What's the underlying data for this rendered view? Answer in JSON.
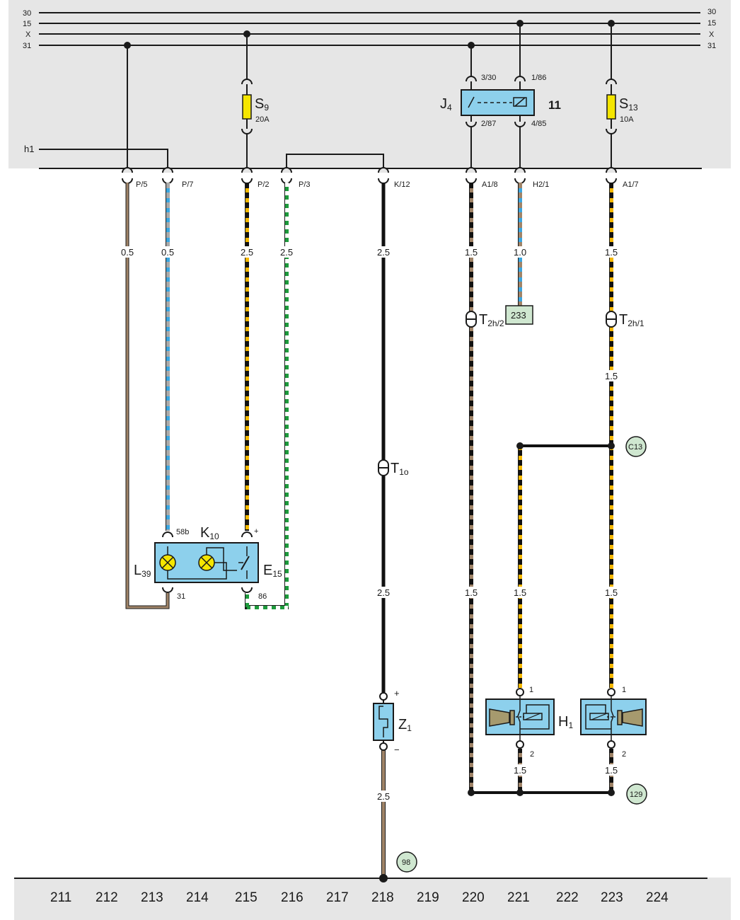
{
  "bus_lines": {
    "left": [
      "30",
      "15",
      "X",
      "31"
    ],
    "right": [
      "30",
      "15",
      "X",
      "31"
    ],
    "h1": "h1"
  },
  "connectors": {
    "p5": "P/5",
    "p7": "P/7",
    "p2": "P/2",
    "p3": "P/3",
    "k12": "K/12",
    "a18": "A1/8",
    "h21": "H2/1",
    "a17": "A1/7"
  },
  "wire_gauges": {
    "p5": "0.5",
    "p7": "0.5",
    "p2": "2.5",
    "p3": "2.5",
    "k12": "2.5",
    "a18": "1.5",
    "h21": "1.0",
    "a17": "1.5",
    "a17_low": "1.5",
    "z1_top": "2.5",
    "z1_bottom": "2.5",
    "a18_low": "1.5",
    "h1_left_top": "1.5",
    "h1_right_top": "1.5",
    "h1_left_bottom": "1.5",
    "h1_right_bottom": "1.5"
  },
  "fuses": {
    "s9": {
      "letter": "S",
      "index": "9",
      "rating": "20A"
    },
    "s13": {
      "letter": "S",
      "index": "13",
      "rating": "10A"
    }
  },
  "relay": {
    "letter": "J",
    "index": "4",
    "slot": "11",
    "pin_3_30": "3/30",
    "pin_1_86": "1/86",
    "pin_2_87": "2/87",
    "pin_4_85": "4/85"
  },
  "components": {
    "k10": {
      "letter": "K",
      "index": "10"
    },
    "l39": {
      "letter": "L",
      "index": "39"
    },
    "e15": {
      "letter": "E",
      "index": "15"
    },
    "z1": {
      "letter": "Z",
      "index": "1"
    },
    "h1": {
      "letter": "H",
      "index": "1"
    },
    "t1o": {
      "letter": "T",
      "index": "1o"
    },
    "t2h2": {
      "letter": "T",
      "index": "2h/2"
    },
    "t2h1": {
      "letter": "T",
      "index": "2h/1"
    }
  },
  "pin_labels": {
    "k10_58b": "58b",
    "k10_plus": "+",
    "k10_31": "31",
    "k10_86": "86",
    "z1_plus": "+",
    "z1_minus": "−",
    "h1l_1": "1",
    "h1l_2": "2",
    "h1r_1": "1",
    "h1r_2": "2"
  },
  "refs": {
    "box233": "233",
    "c13": "C13",
    "g129": "129",
    "g98": "98"
  },
  "columns": [
    "211",
    "212",
    "213",
    "214",
    "215",
    "216",
    "217",
    "218",
    "219",
    "220",
    "221",
    "222",
    "223",
    "224"
  ],
  "colors": {
    "panel_bg": "#e6e6e6",
    "component_blue": "#8dd0ec",
    "fuse_yellow": "#f5e600",
    "lamp_yellow": "#f5e600",
    "wire_brown": "#a08468",
    "wire_black": "#111111",
    "stripe_yellow": "#f5b800",
    "stripe_blue": "#3aa6e0",
    "stripe_grey": "#a9a9a9",
    "stripe_green": "#1e9a3c",
    "ref_green": "#cfe7d0"
  }
}
